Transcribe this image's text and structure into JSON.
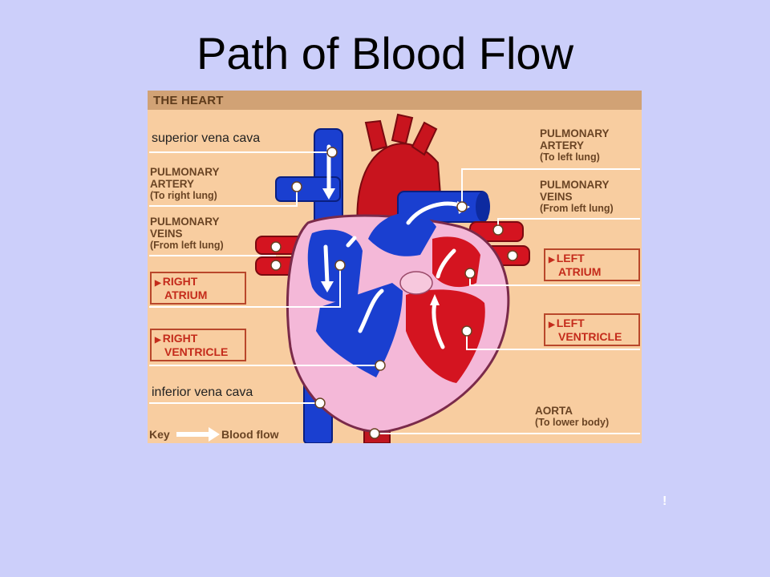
{
  "slide": {
    "title": "Path of Blood Flow",
    "footnote": "!"
  },
  "figure": {
    "header": "THE HEART",
    "labels": {
      "svc": "superior vena cava",
      "pa_right_1": "PULMONARY",
      "pa_right_2": "ARTERY",
      "pa_right_3": "(To right lung)",
      "pv_left_1": "PULMONARY",
      "pv_left_2": "VEINS",
      "pv_left_3": "(From left lung)",
      "right_atrium_1": "RIGHT",
      "right_atrium_2": "ATRIUM",
      "right_ventricle_1": "RIGHT",
      "right_ventricle_2": "VENTRICLE",
      "ivc": "inferior vena cava",
      "pa_left_1": "PULMONARY",
      "pa_left_2": "ARTERY",
      "pa_left_3": "(To left lung)",
      "pv_right_1": "PULMONARY",
      "pv_right_2": "VEINS",
      "pv_right_3": "(From left lung)",
      "left_atrium_1": "LEFT",
      "left_atrium_2": "ATRIUM",
      "left_ventricle_1": "LEFT",
      "left_ventricle_2": "VENTRICLE",
      "aorta_1": "AORTA",
      "aorta_2": "(To lower body)"
    },
    "key": {
      "label": "Key",
      "text": "Blood flow"
    },
    "colors": {
      "deoxygenated": "#1a3fd0",
      "oxygenated": "#d41420",
      "tissue": "#f4b8d8",
      "background": "#f8cda0"
    }
  }
}
